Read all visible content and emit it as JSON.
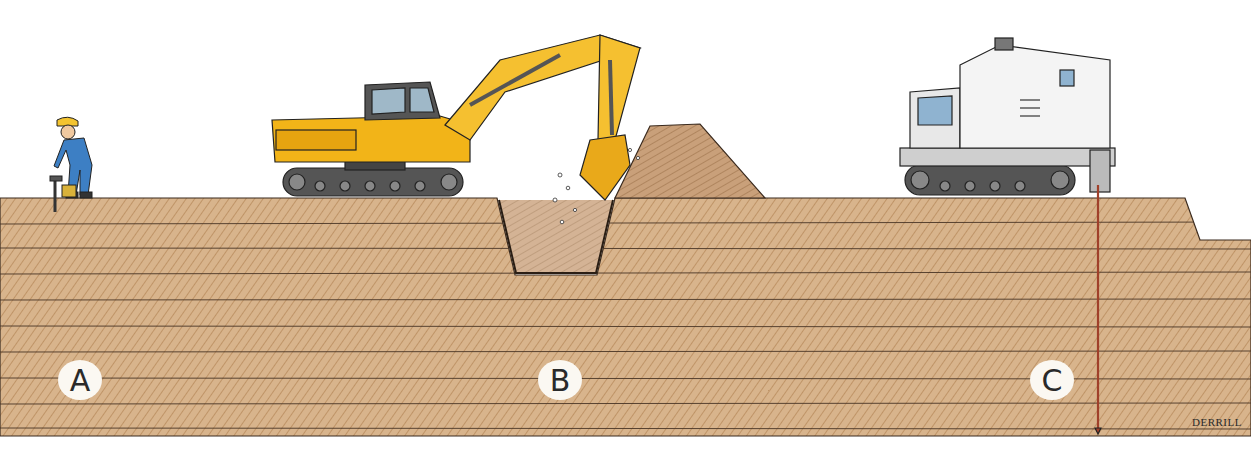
{
  "diagram": {
    "labels": [
      "A",
      "B",
      "C",
      "DERRILL"
    ]
  }
}
